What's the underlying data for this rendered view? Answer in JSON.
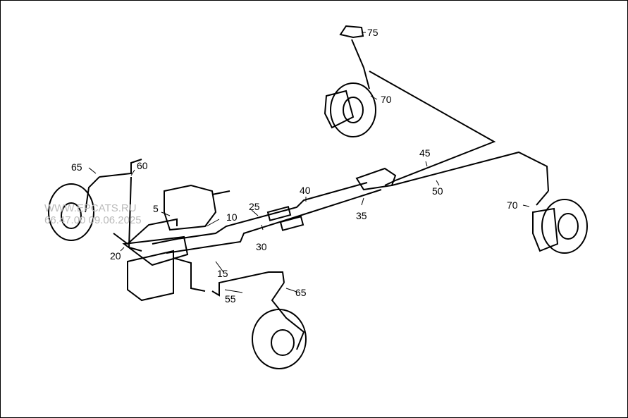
{
  "labels": {
    "p5": "5",
    "p10": "10",
    "p15": "15",
    "p20": "20",
    "p25": "25",
    "p30": "30",
    "p35": "35",
    "p40": "40",
    "p45": "45",
    "p50": "50",
    "p55": "55",
    "p60": "60",
    "p65a": "65",
    "p65b": "65",
    "p70a": "70",
    "p70b": "70",
    "p75": "75"
  },
  "watermark": {
    "line1": "WWW.EPCATS.RU",
    "line2": "66.47.00 09.06.2025"
  }
}
